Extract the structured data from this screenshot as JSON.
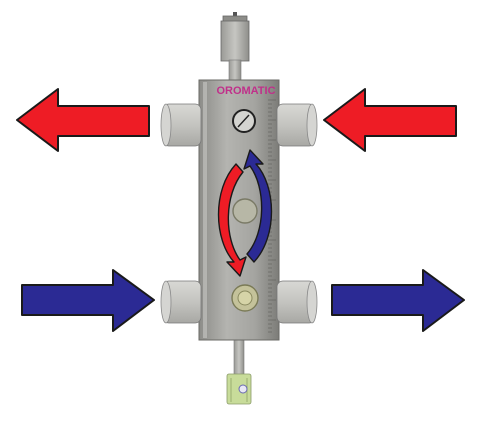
{
  "brand": {
    "text": "OROMATIC",
    "color": "#c0308a"
  },
  "colors": {
    "hot": "#ee1c25",
    "cold": "#2b2a94",
    "outline": "#1a1a1a",
    "body": "#a8a8a4",
    "body_dark": "#7e7e7a",
    "pipe": "#c9c9c6",
    "valve_green": "#c8dc9a"
  },
  "flows": [
    {
      "name": "hot-outlet-left",
      "kind": "hot",
      "direction": "left"
    },
    {
      "name": "hot-inlet-right",
      "kind": "hot",
      "direction": "left"
    },
    {
      "name": "cold-inlet-left",
      "kind": "cold",
      "direction": "right"
    },
    {
      "name": "cold-outlet-right",
      "kind": "cold",
      "direction": "right"
    }
  ],
  "circulation": [
    {
      "kind": "hot",
      "direction": "down"
    },
    {
      "kind": "cold",
      "direction": "up"
    }
  ]
}
